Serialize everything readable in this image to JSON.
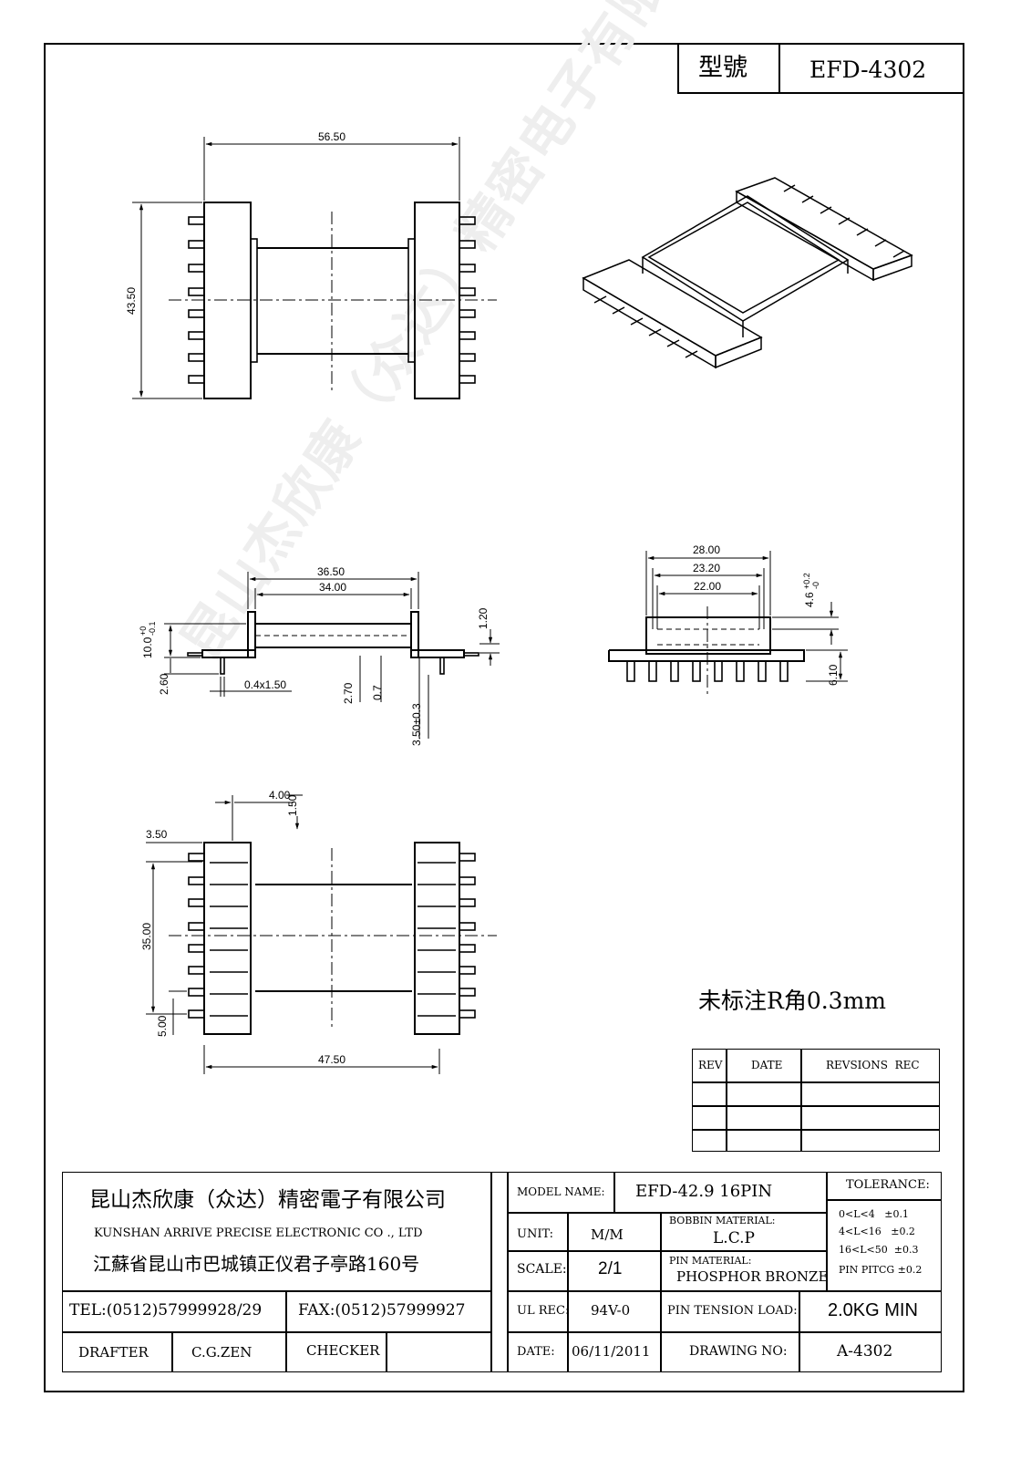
{
  "model_box": {
    "label": "型號",
    "value": "EFD-4302"
  },
  "dims": {
    "top_width": "56.50",
    "top_height": "43.50",
    "side_outer": "36.50",
    "side_inner": "34.00",
    "side_flange_h": "10.0",
    "side_flange_tol_top": "+0",
    "side_flange_tol_bot": "-0.1",
    "side_1_20": "1.20",
    "side_2_60": "2.60",
    "side_pin": "0.4x1.50",
    "side_2_70": "2.70",
    "side_0_7": "0.7",
    "side_3_50": "3.50±0.3",
    "end_28": "28.00",
    "end_23": "23.20",
    "end_22": "22.00",
    "end_4_6": "4.6",
    "end_4_6_tol_top": "+0.2",
    "end_4_6_tol_bot": "-0",
    "end_6_10": "6.10",
    "bot_4_00": "4.00",
    "bot_1_50": "1.50",
    "bot_3_50": "3.50",
    "bot_35": "35.00",
    "bot_5": "5.00",
    "bot_47_5": "47.50"
  },
  "note": "未标注R角0.3mm",
  "watermark": "昆山杰欣康（众达）精密电子有限公司",
  "revision_table": {
    "headers": [
      "REV",
      "DATE",
      "REVSIONS  REC"
    ],
    "rows": [
      [
        "",
        "",
        ""
      ],
      [
        "",
        "",
        ""
      ],
      [
        "",
        "",
        ""
      ]
    ]
  },
  "title_block": {
    "company_cn": "昆山杰欣康（众达）精密電子有限公司",
    "company_en": "KUNSHAN ARRIVE PRECISE ELECTRONIC CO ., LTD",
    "address": "江蘇省昆山市巴城镇正仪君子亭路160号",
    "tel": "TEL:(0512)57999928/29",
    "fax": "FAX:(0512)57999927",
    "drafter_label": "DRAFTER",
    "drafter": "C.G.ZEN",
    "checker_label": "CHECKER",
    "checker": "",
    "model_name_label": "MODEL NAME:",
    "model_name": "EFD-42.9 16PIN",
    "unit_label": "UNIT:",
    "unit": "M/M",
    "scale_label": "SCALE:",
    "scale": "2/1",
    "ul_label": "UL REC:",
    "ul": "94V-0",
    "date_label": "DATE:",
    "date": "06/11/2011",
    "bobbin_label": "BOBBIN MATERIAL:",
    "bobbin": "L.C.P",
    "pin_mat_label": "PIN MATERIAL:",
    "pin_mat": "PHOSPHOR BRONZE",
    "tension_label": "PIN TENSION LOAD:",
    "tension": "2.0KG MIN",
    "drawing_no_label": "DRAWING NO:",
    "drawing_no": "A-4302",
    "tolerance_label": "TOLERANCE:",
    "tolerance": [
      "0<L<4   ±0.1",
      "4<L<16   ±0.2",
      "16<L<50  ±0.3",
      "PIN PITCG ±0.2"
    ]
  }
}
